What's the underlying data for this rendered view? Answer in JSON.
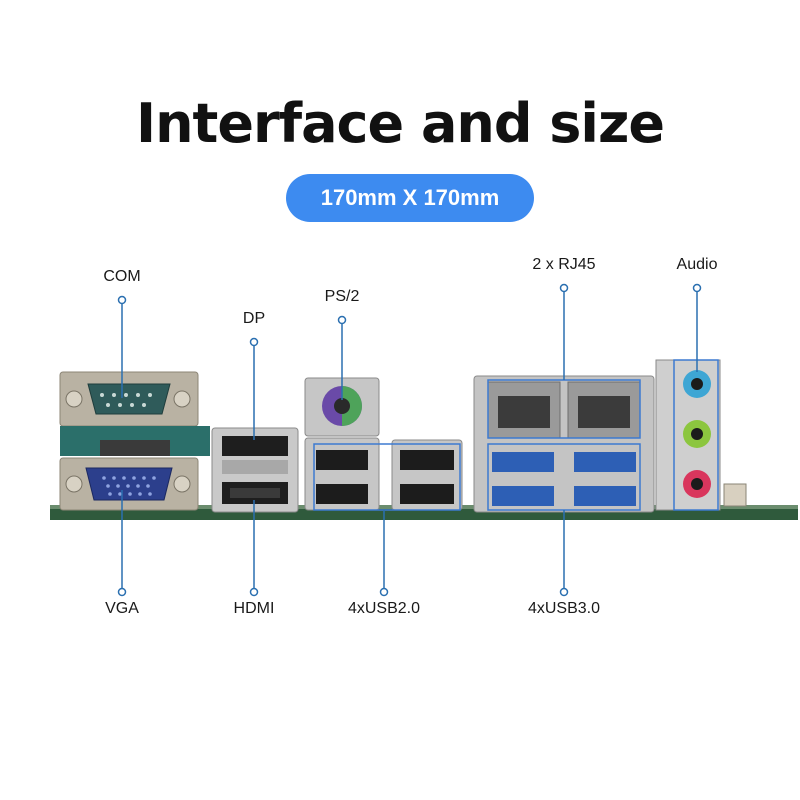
{
  "title": "Interface and size",
  "size_badge": "170mm X 170mm",
  "labels": {
    "com": "COM",
    "dp": "DP",
    "ps2": "PS/2",
    "rj45": "2 x RJ45",
    "audio": "Audio",
    "vga": "VGA",
    "hdmi": "HDMI",
    "usb2": "4xUSB2.0",
    "usb3": "4xUSB3.0"
  },
  "colors": {
    "accent": "#3d8bf0",
    "callout": "#2a6fb0",
    "pcb": "#2f5a3c"
  }
}
